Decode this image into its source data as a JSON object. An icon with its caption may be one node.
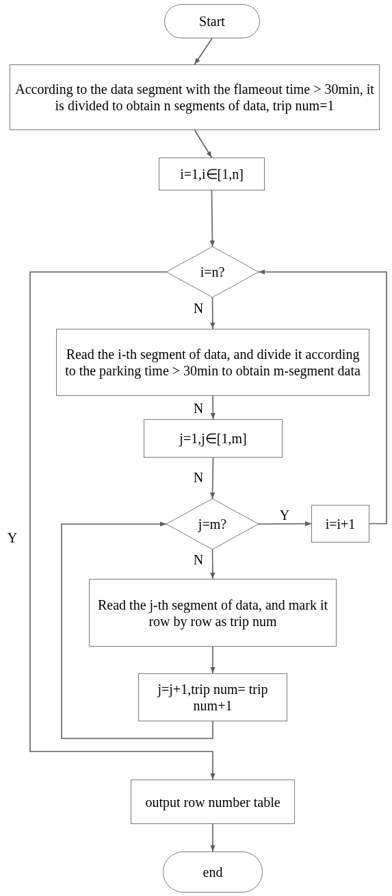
{
  "diagram": {
    "nodes": [
      {
        "text": [
          "Start"
        ]
      },
      {
        "text": [
          "According to the data segment with the flameout time > 30min, it is divided to obtain n segments of data, trip num=1"
        ]
      },
      {
        "text": [
          "i=1,i∈[1,n]"
        ]
      },
      {
        "text": [
          "i=n?"
        ]
      },
      {
        "text": [
          "Read the i-th segment of data, and divide it according to the parking time > 30min to obtain m-segment data"
        ]
      },
      {
        "text": [
          "j=1,j∈[1,m]"
        ]
      },
      {
        "text": [
          "j=m?"
        ]
      },
      {
        "text": [
          "i=i+1"
        ]
      },
      {
        "text": [
          "Read the j-th segment of data, and mark it row by row as trip num"
        ]
      },
      {
        "text": [
          "j=j+1,trip num= trip num+1"
        ]
      },
      {
        "text": [
          "output row number table"
        ]
      },
      {
        "text": [
          "end"
        ]
      }
    ],
    "edges": [
      {
        "from": 0,
        "to": 1,
        "arrow": "to"
      },
      {
        "from": 1,
        "to": 2,
        "arrow": "to"
      },
      {
        "from": 2,
        "to": 3,
        "arrow": "to"
      },
      {
        "from": 3,
        "to": 4,
        "arrow": "to",
        "label": "N"
      },
      {
        "from": 4,
        "to": 5,
        "arrow": "to",
        "label": "N"
      },
      {
        "from": 5,
        "to": 6,
        "arrow": "to",
        "label": "N"
      },
      {
        "from": 6,
        "to": 7,
        "arrow": "to",
        "label": "Y"
      },
      {
        "from": 6,
        "to": 8,
        "arrow": "to",
        "label": "N"
      },
      {
        "from": 8,
        "to": 9,
        "arrow": "to"
      },
      {
        "from": 9,
        "to": 6,
        "arrow": "to"
      },
      {
        "from": 7,
        "to": 3,
        "arrow": "to"
      },
      {
        "from": 3,
        "to": 10,
        "arrow": "to",
        "label": "Y"
      },
      {
        "from": 10,
        "to": 11,
        "arrow": "to"
      }
    ]
  }
}
